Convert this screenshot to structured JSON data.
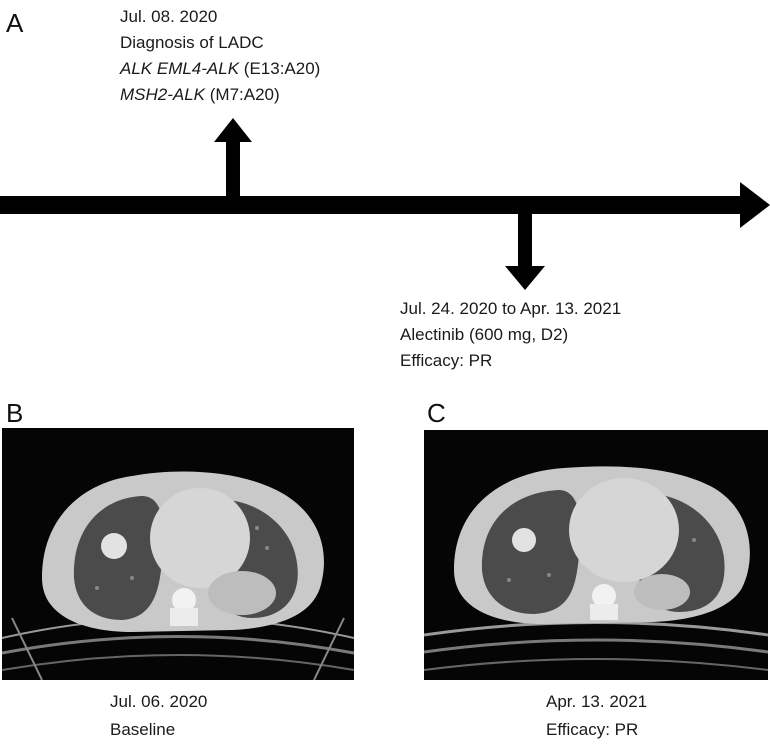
{
  "panel_labels": {
    "a": "A",
    "b": "B",
    "c": "C"
  },
  "timeline": {
    "event_top": {
      "date": "Jul. 08. 2020",
      "title": "Diagnosis of LADC",
      "fusion1_gene": "ALK EML4-ALK",
      "fusion1_detail": " (E13:A20)",
      "fusion2_gene": "MSH2-ALK",
      "fusion2_detail": " (M7:A20)"
    },
    "event_bottom": {
      "date_range": "Jul. 24. 2020 to Apr. 13. 2021",
      "drug": "Alectinib (600 mg, D2)",
      "efficacy": "Efficacy: PR"
    }
  },
  "scans": {
    "baseline": {
      "date": "Jul. 06. 2020",
      "label": "Baseline"
    },
    "followup": {
      "date": "Apr. 13. 2021",
      "label": "Efficacy: PR"
    }
  }
}
